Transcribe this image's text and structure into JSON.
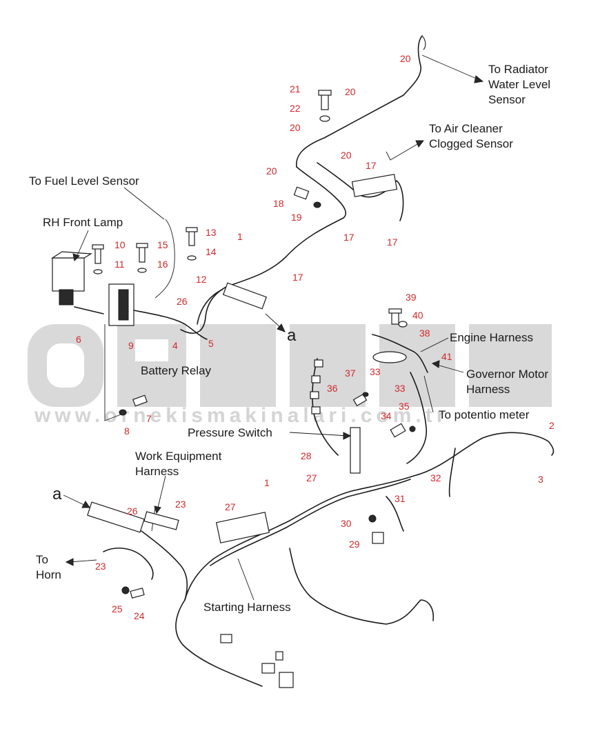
{
  "labels": {
    "radiator": [
      "To Radiator",
      "Water Level",
      "Sensor"
    ],
    "air_cleaner": [
      "To Air Cleaner",
      "Clogged Sensor"
    ],
    "fuel_level": "To Fuel Level Sensor",
    "rh_front_lamp": "RH Front Lamp",
    "battery_relay": "Battery Relay",
    "engine_harness": "Engine Harness",
    "governor": [
      "Governor Motor",
      "Harness"
    ],
    "potentio": "To potentio meter",
    "pressure_switch": "Pressure Switch",
    "work_equipment": [
      "Work Equipment",
      "Harness"
    ],
    "horn": [
      "To",
      "Horn"
    ],
    "starting_harness": "Starting Harness",
    "ref_a1": "a",
    "ref_a2": "a"
  },
  "watermark": {
    "brand": "ÖRNEK",
    "url": "www.ornekismakinalari.com.tr"
  },
  "part_numbers": [
    "20",
    "21",
    "20",
    "22",
    "20",
    "20",
    "20",
    "17",
    "18",
    "19",
    "17",
    "17",
    "1",
    "17",
    "13",
    "14",
    "10",
    "15",
    "11",
    "16",
    "12",
    "26",
    "9",
    "4",
    "5",
    "6",
    "39",
    "40",
    "38",
    "41",
    "33",
    "37",
    "33",
    "36",
    "35",
    "34",
    "2",
    "3",
    "32",
    "31",
    "28",
    "27",
    "30",
    "29",
    "1",
    "27",
    "26",
    "23",
    "23",
    "25",
    "24",
    "8",
    "7"
  ],
  "colors": {
    "line": "#1a1a1a",
    "part_number": "#d0282a",
    "watermark": "#d9d9d9"
  }
}
